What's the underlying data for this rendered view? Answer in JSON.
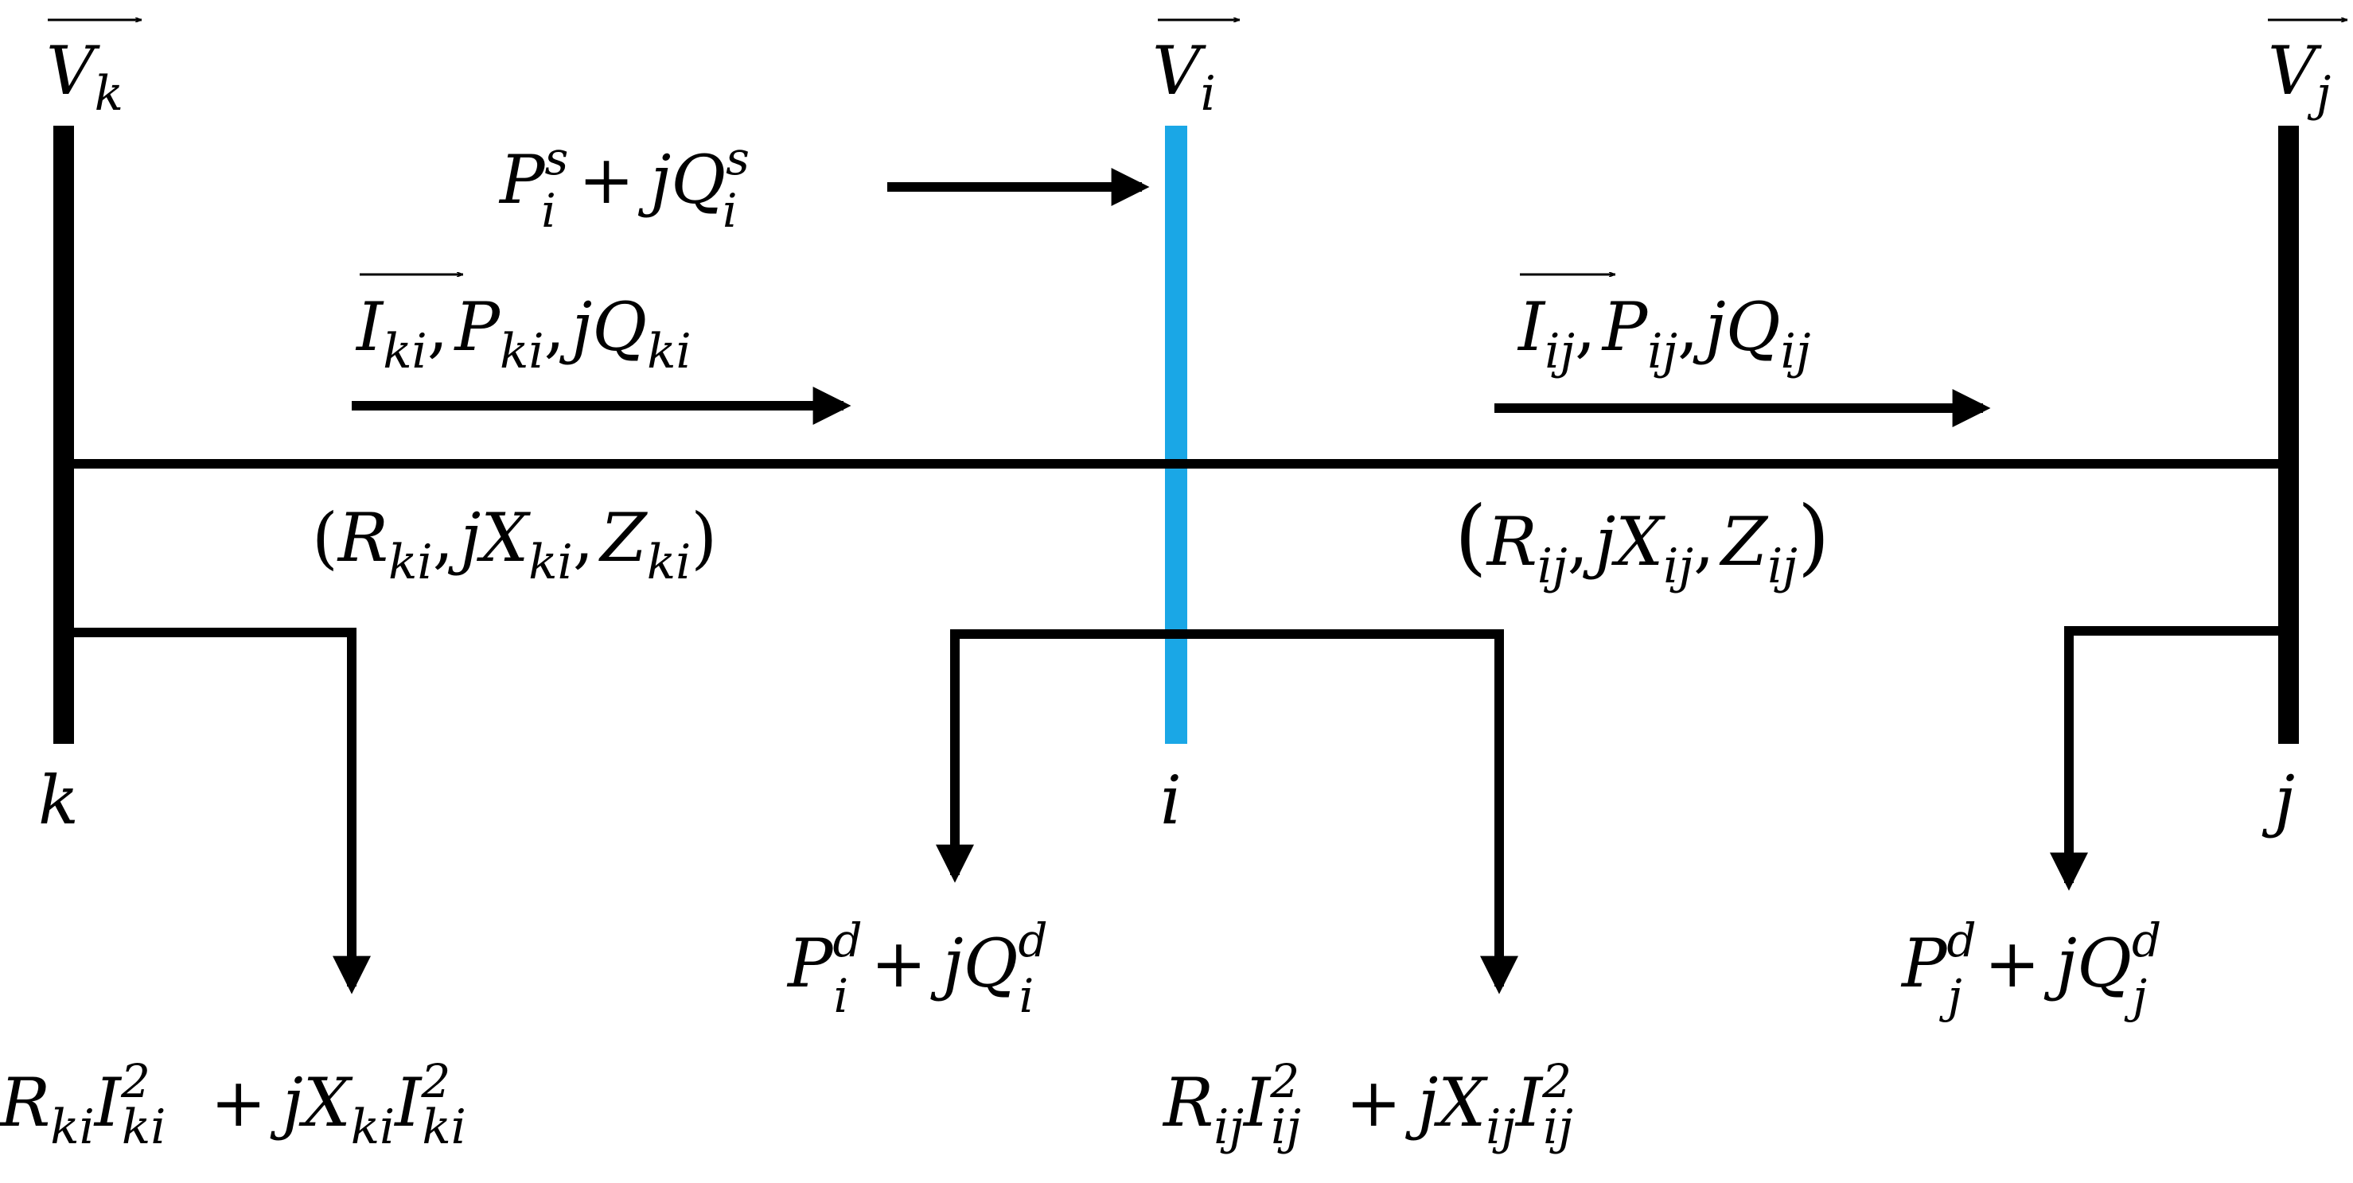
{
  "colors": {
    "bus_k": "#000000",
    "bus_i": "#1aa7e6",
    "bus_j": "#000000",
    "lines": "#000000"
  },
  "buses": {
    "k": {
      "voltage_base": "V",
      "voltage_sub": "k",
      "label": "k"
    },
    "i": {
      "voltage_base": "V",
      "voltage_sub": "i",
      "label": "i"
    },
    "j": {
      "voltage_base": "V",
      "voltage_sub": "j",
      "label": "j"
    }
  },
  "supply_i": {
    "p": "P",
    "p_sub": "i",
    "p_sup": "s",
    "plus": "+",
    "q": "jQ",
    "q_sub": "i",
    "q_sup": "s"
  },
  "flow_ki": {
    "i_base": "I",
    "i_sub": "ki",
    "comma1": ",",
    "p": "P",
    "p_sub": "ki",
    "comma2": ",",
    "q": "jQ",
    "q_sub": "ki"
  },
  "flow_ij": {
    "i_base": "I",
    "i_sub": "ij",
    "comma1": ",",
    "p": "P",
    "p_sub": "ij",
    "comma2": ",",
    "q": "jQ",
    "q_sub": "ij"
  },
  "impedance_ki": {
    "open": "(",
    "r": "R",
    "r_sub": "ki",
    "comma1": ",",
    "x": "jX",
    "x_sub": "ki",
    "comma2": ",",
    "z": "Z",
    "z_sub": "ki",
    "close": ")"
  },
  "impedance_ij": {
    "open": "(",
    "r": "R",
    "r_sub": "ij",
    "comma1": ",",
    "x": "jX",
    "x_sub": "ij",
    "comma2": ",",
    "z": "Z",
    "z_sub": "ij",
    "close": ")"
  },
  "demand_i": {
    "p": "P",
    "p_sub": "i",
    "p_sup": "d",
    "plus": "+",
    "q": "jQ",
    "q_sub": "i",
    "q_sup": "d"
  },
  "demand_j": {
    "p": "P",
    "p_sub": "j",
    "p_sup": "d",
    "plus": "+",
    "q": "jQ",
    "q_sub": "j",
    "q_sup": "d"
  },
  "loss_ki": {
    "r": "R",
    "r_sub": "ki",
    "i": "I",
    "i_sub": "ki",
    "i_sup": "2",
    "plus": "+",
    "x": "jX",
    "x_sub": "ki",
    "i2": "I",
    "i2_sub": "ki",
    "i2_sup": "2"
  },
  "loss_ij": {
    "r": "R",
    "r_sub": "ij",
    "i": "I",
    "i_sub": "ij",
    "i_sup": "2",
    "plus": "+",
    "x": "jX",
    "x_sub": "ij",
    "i2": "I",
    "i2_sub": "ij",
    "i2_sup": "2"
  }
}
